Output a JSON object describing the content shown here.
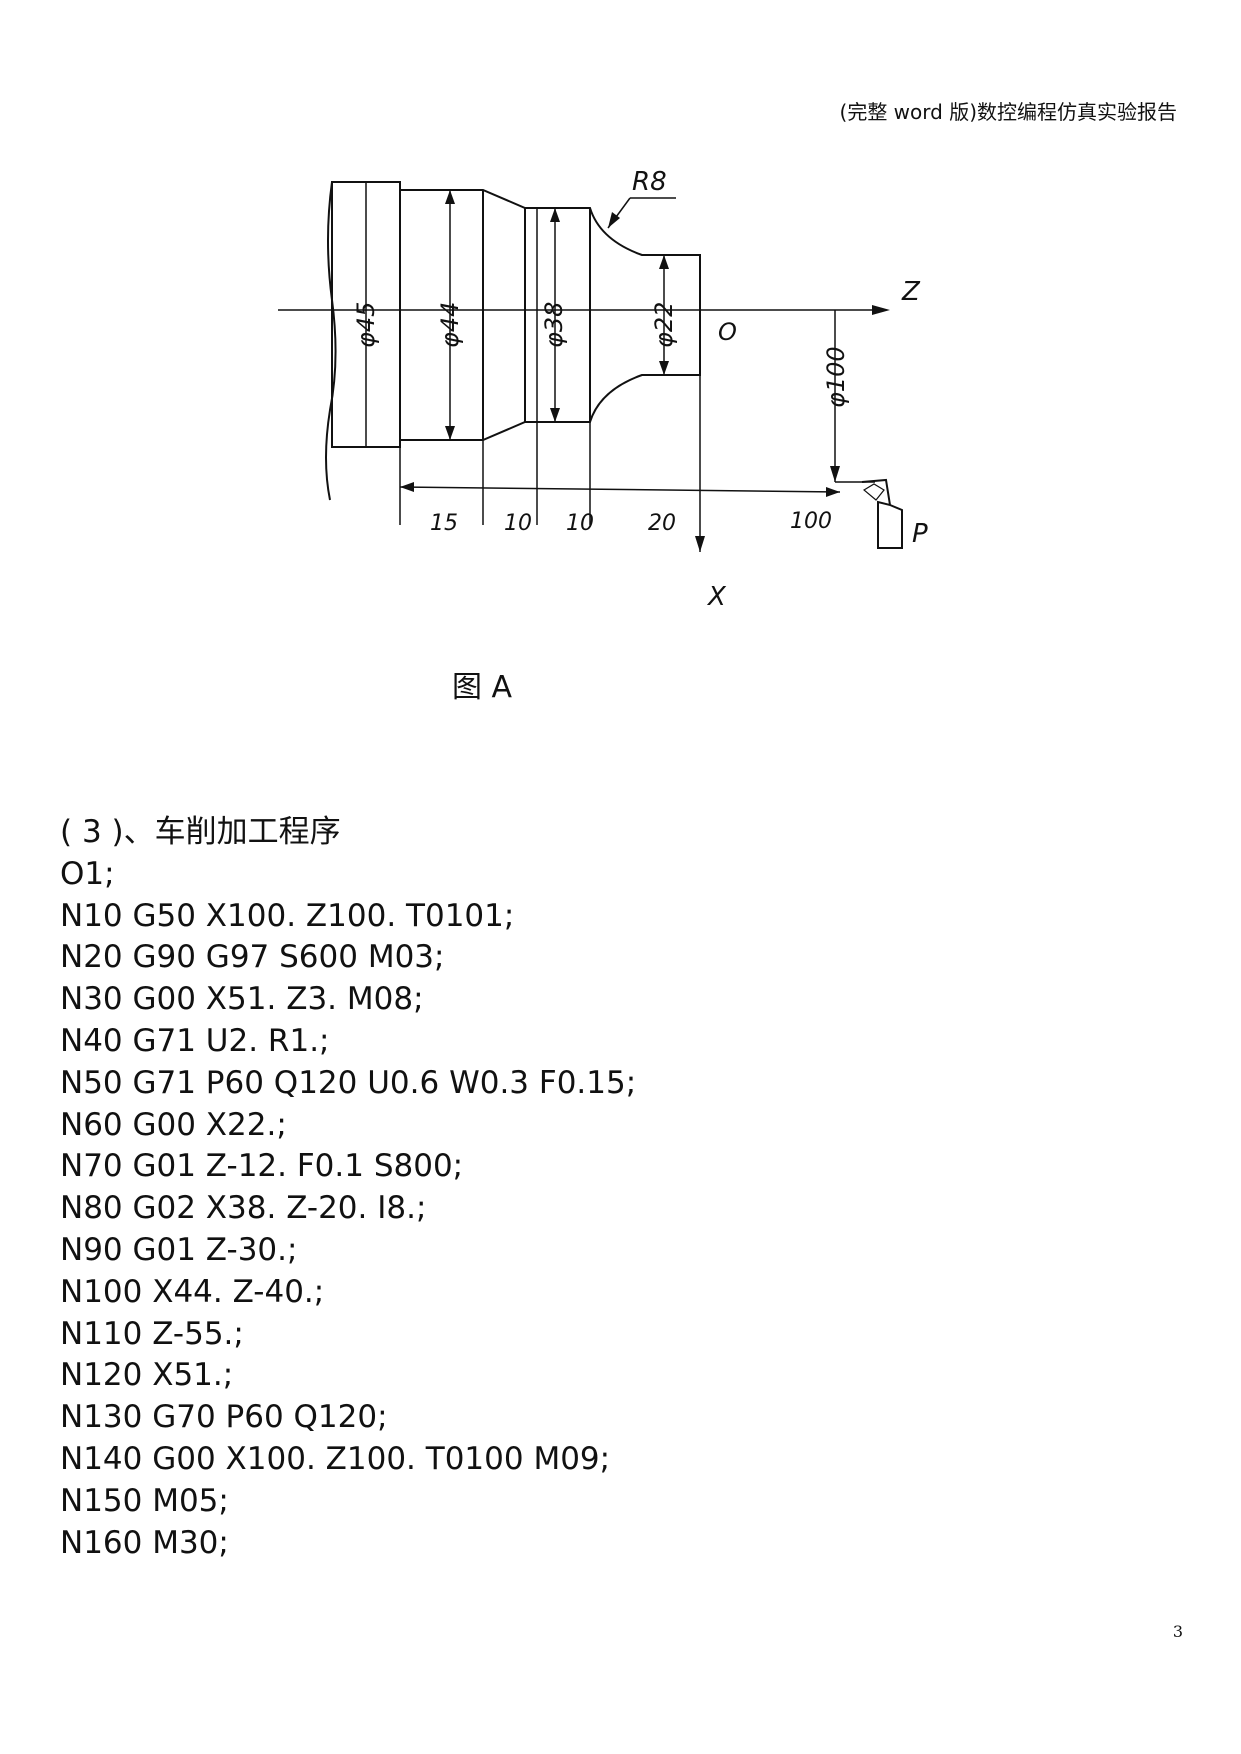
{
  "header": {
    "title": "(完整 word 版)数控编程仿真实验报告"
  },
  "figure": {
    "caption": "图 A",
    "labels": {
      "d45": "φ45",
      "d44": "φ44",
      "d38": "φ38",
      "d22": "φ22",
      "d100": "φ100",
      "radius": "R8",
      "origin": "O",
      "z_axis": "Z",
      "x_axis": "X",
      "point": "P",
      "dim1": "15",
      "dim2": "10",
      "dim3": "10",
      "dim4": "20",
      "dim5": "100"
    }
  },
  "section": {
    "heading": "( 3 )、车削加工程序",
    "lines": [
      "O1;",
      "N10 G50 X100. Z100. T0101;",
      "N20 G90 G97 S600 M03;",
      "N30 G00 X51. Z3. M08;",
      "N40 G71 U2. R1.;",
      "N50 G71 P60 Q120 U0.6 W0.3 F0.15;",
      "N60 G00 X22.;",
      "N70 G01 Z-12. F0.1 S800;",
      "N80 G02 X38. Z-20. I8.;",
      "N90 G01 Z-30.;",
      "N100 X44. Z-40.;",
      "N110 Z-55.;",
      "N120 X51.;",
      "N130 G70 P60 Q120;",
      "N140 G00 X100. Z100. T0100 M09;",
      "N150 M05;",
      "N160 M30;"
    ]
  },
  "page_number": "3"
}
